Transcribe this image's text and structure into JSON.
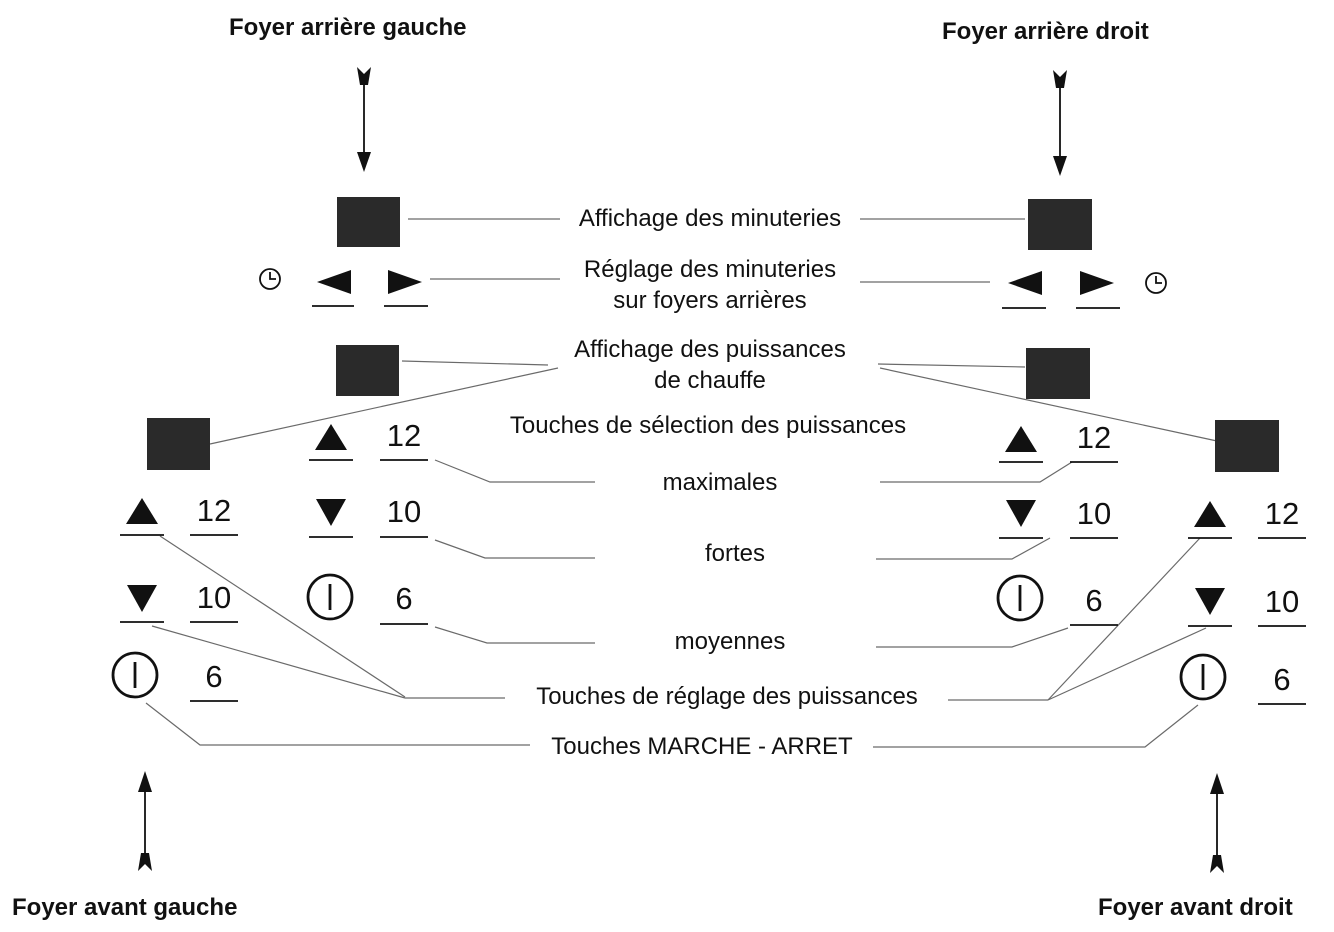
{
  "burners": {
    "rear_left": "Foyer arrière gauche",
    "rear_right": "Foyer arrière droit",
    "front_left": "Foyer avant gauche",
    "front_right": "Foyer avant droit"
  },
  "labels": {
    "timer_display": "Affichage des minuteries",
    "timer_setting_line1": "Réglage des minuteries",
    "timer_setting_line2": "sur foyers arrières",
    "power_display_line1": "Affichage des puissances",
    "power_display_line2": "de chauffe",
    "power_selection": "Touches de sélection des puissances",
    "level_max": "maximales",
    "level_strong": "fortes",
    "level_medium": "moyennes",
    "power_adjust": "Touches de réglage des puissances",
    "on_off": "Touches MARCHE - ARRET"
  },
  "power_values": {
    "max": "12",
    "strong": "10",
    "medium": "6"
  },
  "icons": {
    "timer": "clock-icon",
    "timer_decrease": "left-triangle-icon",
    "timer_increase": "right-triangle-icon",
    "power_up": "up-triangle-icon",
    "power_down": "down-triangle-icon",
    "on_off": "power-icon",
    "arrow": "arrow-icon"
  },
  "colors": {
    "display": "#2a2a2a",
    "ink": "#111111",
    "leader": "#6a6a6a"
  }
}
